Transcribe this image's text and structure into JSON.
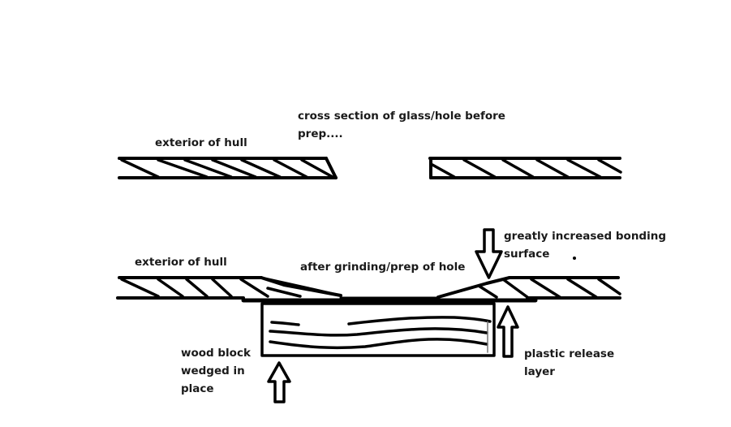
{
  "diagram": {
    "title_top": [
      "cross section of glass/hole before",
      "prep...."
    ],
    "labels": {
      "exterior_top": "exterior of hull",
      "exterior_bottom": "exterior of hull",
      "after_grinding": "after grinding/prep of hole",
      "bonding_surface": [
        "greatly increased bonding",
        "surface"
      ],
      "wood_block": [
        "wood block",
        "wedged in",
        "place"
      ],
      "release_layer": [
        "plastic release",
        "layer"
      ]
    },
    "colors": {
      "ink": "#000000",
      "background": "#ffffff",
      "text": "#1a1a1a"
    }
  }
}
